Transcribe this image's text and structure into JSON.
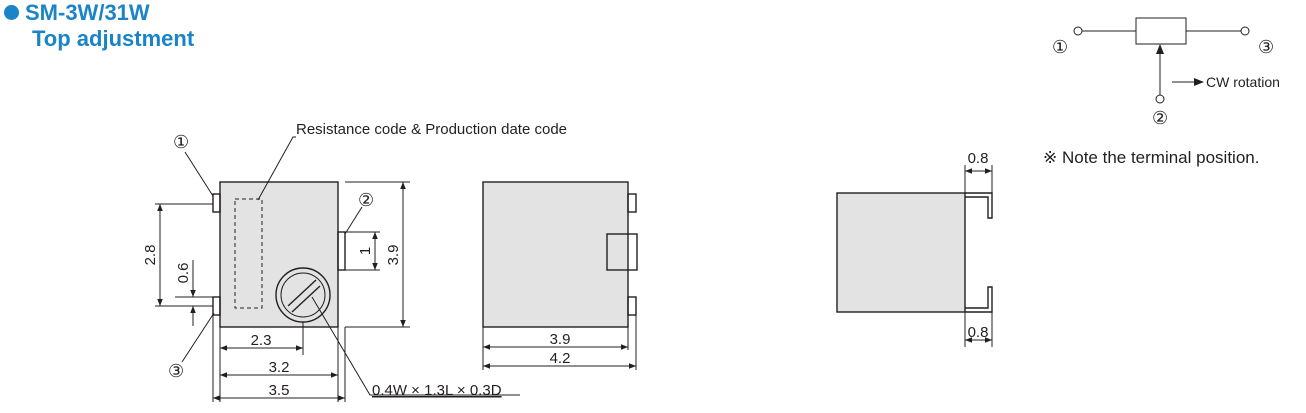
{
  "title": {
    "model": "SM-3W/31W",
    "subtitle": "Top adjustment"
  },
  "colors": {
    "accent": "#1a84c7",
    "line": "#231f20",
    "body_fill": "#e3e3e3"
  },
  "labels": {
    "resistance_code": "Resistance code & Production date code",
    "slot": "0.4W × 1.3L × 0.3D",
    "cw_rotation": "CW rotation",
    "note": "※ Note the terminal position."
  },
  "terminals": {
    "t1": "①",
    "t2": "②",
    "t3": "③"
  },
  "dimensions": {
    "front": {
      "height_28": "2.8",
      "gap_06": "0.6",
      "pin_1": "1",
      "height_39": "3.9",
      "w_23": "2.3",
      "w_32": "3.2",
      "w_35": "3.5"
    },
    "side": {
      "w_39": "3.9",
      "w_42": "4.2"
    },
    "end": {
      "top_08": "0.8",
      "bottom_08": "0.8"
    }
  }
}
